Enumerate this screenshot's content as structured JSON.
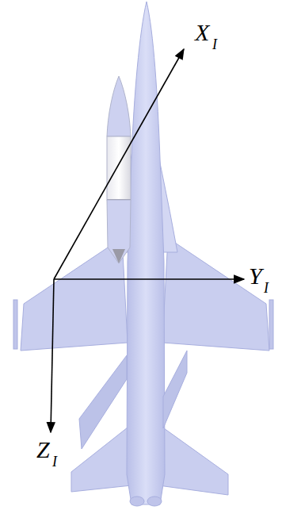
{
  "diagram": {
    "labels": [
      "X",
      "I",
      "Y",
      "I",
      "Z",
      "I"
    ]
  }
}
